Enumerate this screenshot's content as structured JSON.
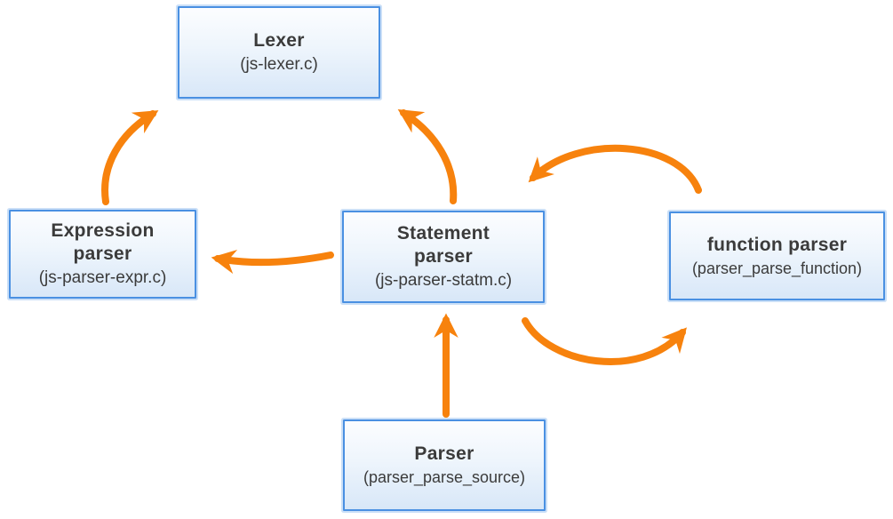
{
  "colors": {
    "arrow": "#f7820d",
    "box_border": "#4a90e2",
    "box_fill_top": "#fcfdff",
    "box_fill_bottom": "#d8e7f8",
    "text": "#3b3b3b"
  },
  "nodes": {
    "lexer": {
      "title": "Lexer",
      "subtitle": "(js-lexer.c)"
    },
    "expression_parser": {
      "title": "Expression parser",
      "subtitle": "(js-parser-expr.c)"
    },
    "statement_parser": {
      "title": "Statement parser",
      "subtitle": "(js-parser-statm.c)"
    },
    "function_parser": {
      "title": "function parser",
      "subtitle": "(parser_parse_function)"
    },
    "parser": {
      "title": "Parser",
      "subtitle": "(parser_parse_source)"
    }
  },
  "edges": [
    {
      "from": "expression_parser",
      "to": "lexer"
    },
    {
      "from": "statement_parser",
      "to": "lexer"
    },
    {
      "from": "statement_parser",
      "to": "expression_parser"
    },
    {
      "from": "function_parser",
      "to": "statement_parser"
    },
    {
      "from": "statement_parser",
      "to": "function_parser"
    },
    {
      "from": "parser",
      "to": "statement_parser"
    }
  ]
}
